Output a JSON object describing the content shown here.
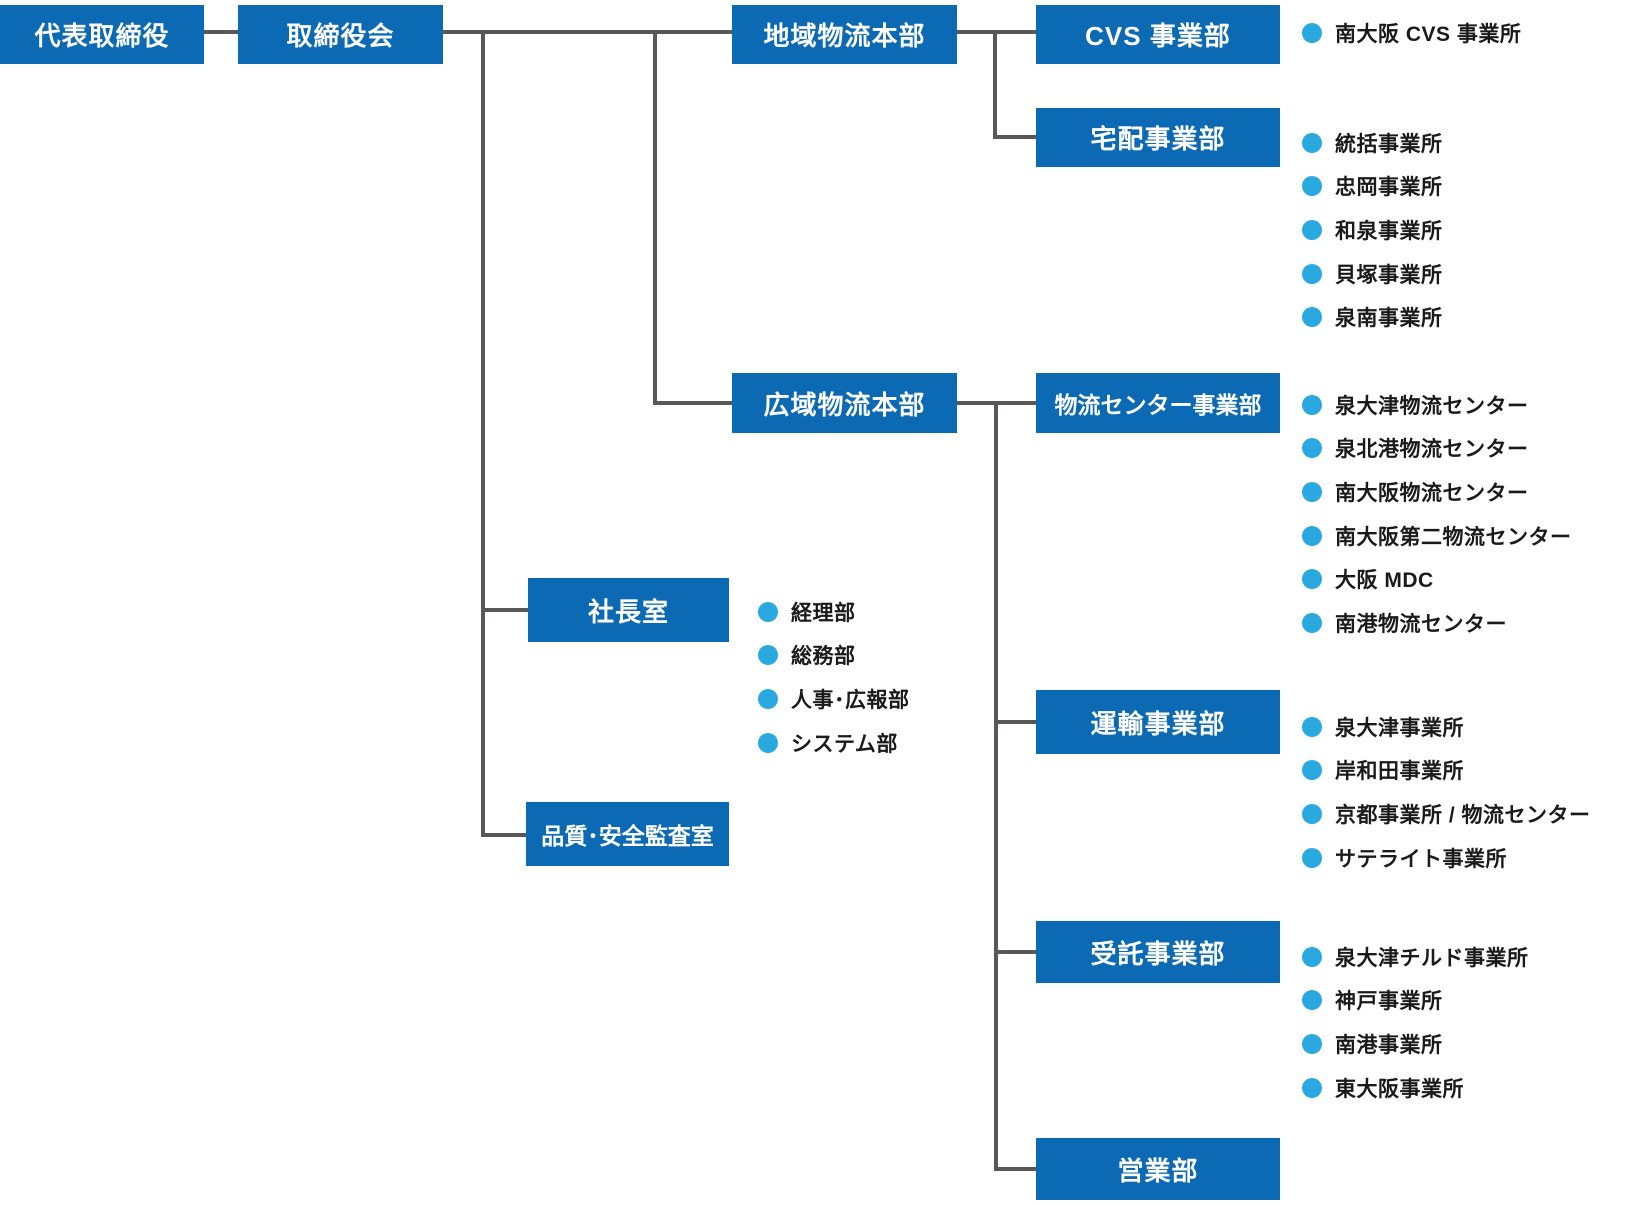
{
  "palette": {
    "node_box_blue": "#0c6ab4",
    "bullet_dot_blue": "#29a9e0",
    "connector_gray": "#595757",
    "list_text_black": "#1a1a1a",
    "node_text_white": "#ffffff"
  },
  "org": {
    "nodes": {
      "representative_director": "代表取締役",
      "board_of_directors": "取締役会",
      "regional_logistics_hq": "地域物流本部",
      "cvs_division": "CVS 事業部",
      "delivery_division": "宅配事業部",
      "wide_area_logistics_hq": "広域物流本部",
      "logistics_center_division": "物流センター事業部",
      "presidents_office": "社長室",
      "quality_safety_audit_office": "品質･安全監査室",
      "transport_division": "運輸事業部",
      "contract_division": "受託事業部",
      "sales_division": "営業部"
    },
    "lists": {
      "cvs": [
        "南大阪 CVS 事業所"
      ],
      "delivery": [
        "統括事業所",
        "忠岡事業所",
        "和泉事業所",
        "貝塚事業所",
        "泉南事業所"
      ],
      "logistics_center": [
        "泉大津物流センター",
        "泉北港物流センター",
        "南大阪物流センター",
        "南大阪第二物流センター",
        "大阪 MDC",
        "南港物流センター"
      ],
      "presidents_office": [
        "経理部",
        "総務部",
        "人事･広報部",
        "システム部"
      ],
      "transport": [
        "泉大津事業所",
        "岸和田事業所",
        "京都事業所 / 物流センター",
        "サテライト事業所"
      ],
      "contract": [
        "泉大津チルド事業所",
        "神戸事業所",
        "南港事業所",
        "東大阪事業所"
      ]
    }
  }
}
